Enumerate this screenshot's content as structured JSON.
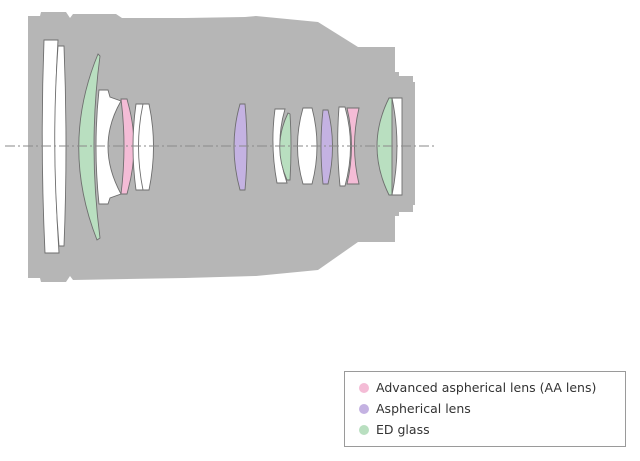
{
  "colors": {
    "barrel": "#b6b6b6",
    "outline": "#6e6e6e",
    "aa_lens": "#f4bcd6",
    "aspherical": "#c4b2e2",
    "ed_glass": "#b9dfc0",
    "plain": "#ffffff",
    "axis": "#8a8a8a"
  },
  "legend": {
    "items": [
      {
        "label": "Advanced aspherical lens (AA lens)",
        "color": "#f4bcd6"
      },
      {
        "label": "Aspherical lens",
        "color": "#c4b2e2"
      },
      {
        "label": "ED glass",
        "color": "#b9dfc0"
      }
    ]
  }
}
